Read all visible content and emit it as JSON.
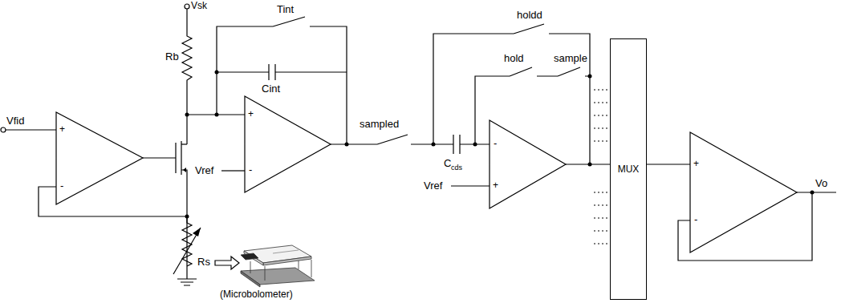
{
  "diagram": {
    "nodes": [
      {
        "text": [
          "MUX"
        ]
      }
    ],
    "labels": [
      "Vsk",
      "Tint",
      "Rb",
      "Cint",
      "Vfid",
      "+",
      "-",
      "Vref",
      "+",
      "-",
      "Rs",
      "(Microbolometer)",
      "sampled",
      "holdd",
      "hold",
      "sample",
      "C",
      "cds",
      "-",
      "+",
      "Vref",
      "+",
      "-",
      "Vo"
    ]
  }
}
